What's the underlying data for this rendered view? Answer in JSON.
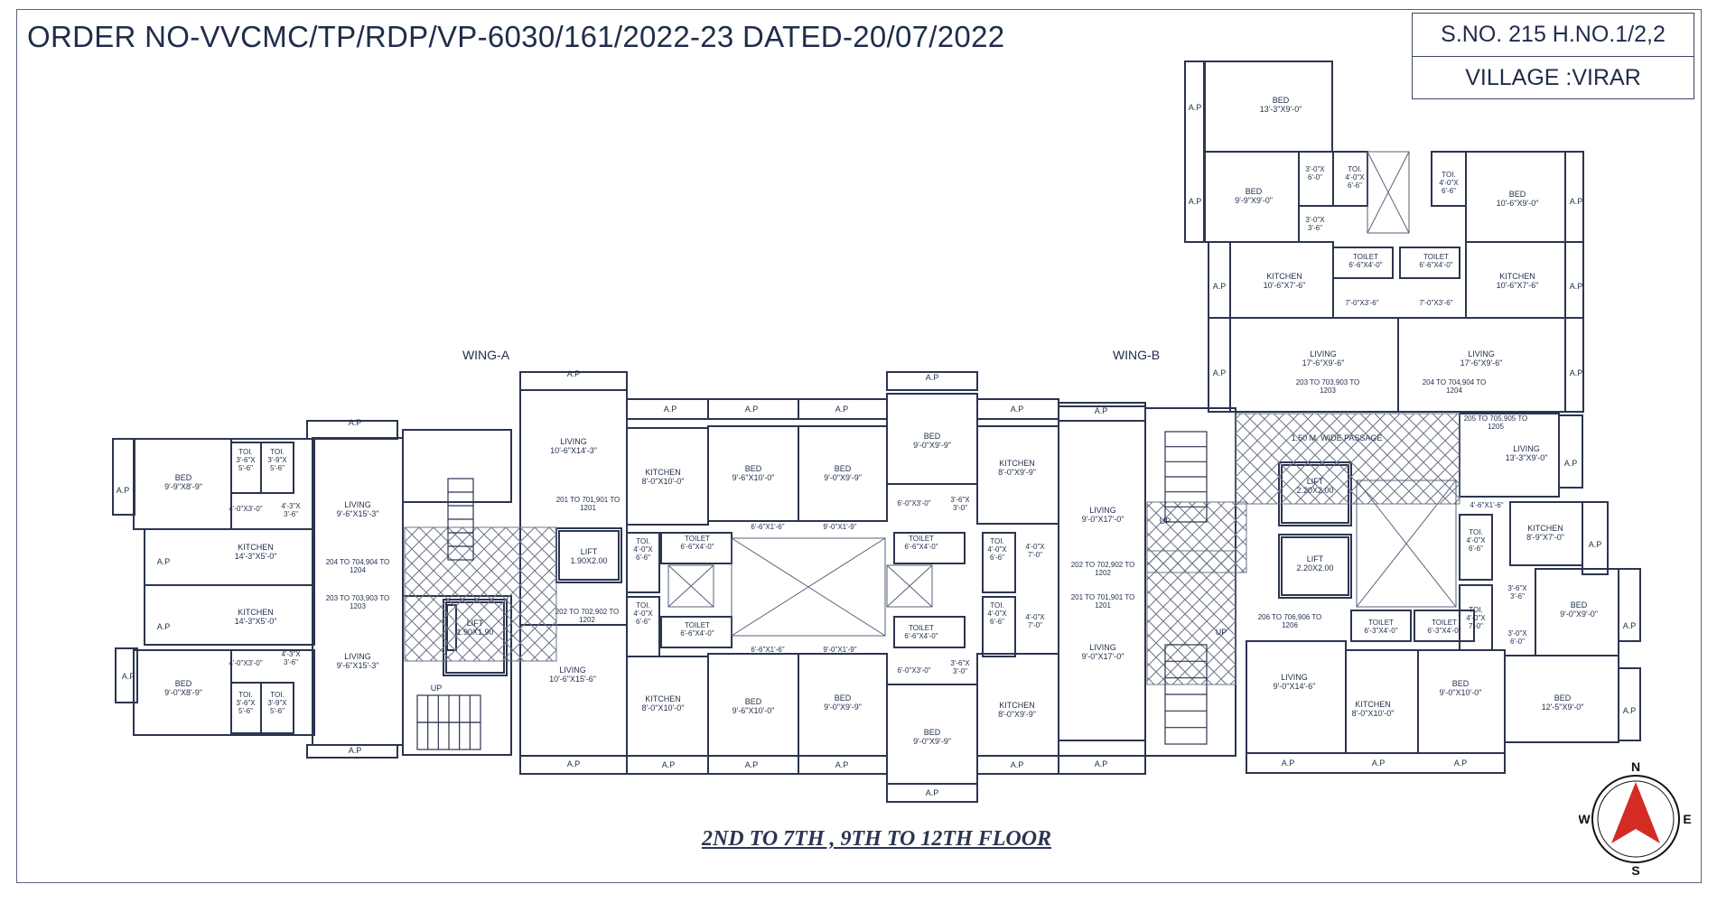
{
  "header": {
    "order_text": "ORDER NO-VVCMC/TP/RDP/VP-6030/161/2022-23  DATED-20/07/2022"
  },
  "info_box": {
    "survey": "S.NO. 215 H.NO.1/2,2",
    "village": "VILLAGE :VIRAR"
  },
  "floor_caption": "2ND TO 7TH , 9TH TO 12TH FLOOR",
  "wings": {
    "a": "WING-A",
    "b": "WING-B"
  },
  "compass": {
    "n": "N",
    "s": "S",
    "e": "E",
    "w": "W"
  },
  "plan_labels": {
    "ap": "A.P",
    "up": "UP",
    "passage": "1.50 M. WIDE PASSAGE",
    "wa_bed_top": [
      "BED",
      "9'-9\"X8'-9\""
    ],
    "wa_tol_1": [
      "TOI.",
      "3'-6\"X",
      "5'-6\""
    ],
    "wa_tol_2": [
      "TOI.",
      "3'-9\"X",
      "5'-6\""
    ],
    "wa_d1": "4'-0\"X3'-0\"",
    "wa_d2": [
      "4'-3\"X",
      "3'-6\""
    ],
    "wa_living_top": [
      "LIVING",
      "9'-6\"X15'-3\""
    ],
    "wa_kit_top": [
      "KITCHEN",
      "14'-3\"X5'-0\""
    ],
    "wa_unit_204": [
      "204 TO 704,904 TO",
      "1204"
    ],
    "wa_unit_203": [
      "203 TO 703,903 TO",
      "1203"
    ],
    "wa_kit_bot": [
      "KITCHEN",
      "14'-3\"X5'-0\""
    ],
    "wa_living_bot": [
      "LIVING",
      "9'-6\"X15'-3\""
    ],
    "wa_bed_bot": [
      "BED",
      "9'-0\"X8'-9\""
    ],
    "wa_d3": "4'-0\"X3'-0\"",
    "wa_d4": [
      "4'-3\"X",
      "3'-6\""
    ],
    "wa_tol_3": [
      "TOI.",
      "3'-6\"X",
      "5'-6\""
    ],
    "wa_tol_4": [
      "TOI.",
      "3'-9\"X",
      "5'-6\""
    ],
    "wa_lift_small": [
      "LIFT",
      "1.90X1.90"
    ],
    "c_living_top": [
      "LIVING",
      "10'-6\"X14'-3\""
    ],
    "c_unit_201": [
      "201 TO 701,901 TO",
      "1201"
    ],
    "c_lift": [
      "LIFT",
      "1.90X2.00"
    ],
    "c_kitchen_1": [
      "KITCHEN",
      "8'-0\"X10'-0\""
    ],
    "c_bed_1": [
      "BED",
      "9'-6\"X10'-0\""
    ],
    "c_bed_2": [
      "BED",
      "9'-0\"X9'-9\""
    ],
    "c_bed_3": [
      "BED",
      "9'-0\"X9'-9\""
    ],
    "c_kitchen_2": [
      "KITCHEN",
      "8'-0\"X9'-9\""
    ],
    "c_tol_1": [
      "TOI.",
      "4'-0\"X",
      "6'-6\""
    ],
    "c_toilet_1": [
      "TOILET",
      "6'-6\"X4'-0\""
    ],
    "c_d_661": "6'-6\"X1'-6\"",
    "c_d_901": "9'-0\"X1'-9\"",
    "c_d_603": "6'-0\"X3'-0\"",
    "c_d_363": [
      "3'-6\"X",
      "3'-0\""
    ],
    "c_toilet_2": [
      "TOILET",
      "6'-6\"X4'-0\""
    ],
    "c_tol_2": [
      "TOI.",
      "4'-0\"X",
      "6'-6\""
    ],
    "c_d_407": [
      "4'-0\"X",
      "7'-0\""
    ],
    "c_unit_202": [
      "202 TO 702,902 TO",
      "1202"
    ],
    "c_tol_3": [
      "TOI.",
      "4'-0\"X",
      "6'-6\""
    ],
    "c_toilet_3": [
      "TOILET",
      "6'-6\"X4'-0\""
    ],
    "c_living_bot": [
      "LIVING",
      "10'-6\"X15'-6\""
    ],
    "c_kitchen_3": [
      "KITCHEN",
      "8'-0\"X10'-0\""
    ],
    "c_bed_4": [
      "BED",
      "9'-6\"X10'-0\""
    ],
    "c_bed_5": [
      "BED",
      "9'-0\"X9'-9\""
    ],
    "c_bed_6": [
      "BED",
      "9'-0\"X9'-9\""
    ],
    "c_kitchen_4": [
      "KITCHEN",
      "8'-0\"X9'-9\""
    ],
    "c_toilet_4": [
      "TOILET",
      "6'-6\"X4'-0\""
    ],
    "c_tol_4": [
      "TOI.",
      "4'-0\"X",
      "6'-6\""
    ],
    "c_d_407b": [
      "4'-0\"X",
      "7'-0\""
    ],
    "wb_living_1": [
      "LIVING",
      "9'-0\"X17'-0\""
    ],
    "wb_unit_202": [
      "202 TO 702,902 TO",
      "1202"
    ],
    "wb_unit_201": [
      "201 TO 701,901 TO",
      "1201"
    ],
    "wb_living_2": [
      "LIVING",
      "9'-0\"X17'-0\""
    ],
    "n_bed_1": [
      "BED",
      "13'-3\"X9'-0\""
    ],
    "n_bed_2": [
      "BED",
      "9'-9\"X9'-0\""
    ],
    "n_d_306": [
      "3'-0\"X",
      "6'-0\""
    ],
    "n_tol_1": [
      "TOI.",
      "4'-0\"X",
      "6'-6\""
    ],
    "n_d_306b": [
      "3'-0\"X",
      "3'-6\""
    ],
    "n_tol_2": [
      "TOI.",
      "4'-0\"X",
      "6'-6\""
    ],
    "n_bed_3": [
      "BED",
      "10'-6\"X9'-0\""
    ],
    "n_kitchen_1": [
      "KITCHEN",
      "10'-6\"X7'-6\""
    ],
    "n_toilet_1": [
      "TOILET",
      "6'-6\"X4'-0\""
    ],
    "n_toilet_2": [
      "TOILET",
      "6'-6\"X4'-0\""
    ],
    "n_kitchen_2": [
      "KITCHEN",
      "10'-6\"X7'-6\""
    ],
    "n_d_703_1": "7'-0\"X3'-6\"",
    "n_d_703_2": "7'-0\"X3'-6\"",
    "n_living_1": [
      "LIVING",
      "17'-6\"X9'-6\""
    ],
    "n_living_2": [
      "LIVING",
      "17'-6\"X9'-6\""
    ],
    "n_unit_203": [
      "203 TO 703,903 TO",
      "1203"
    ],
    "n_unit_204": [
      "204 TO 704,904 TO",
      "1204"
    ],
    "e_unit_205": [
      "205 TO 705,905 TO",
      "1205"
    ],
    "e_living": [
      "LIVING",
      "13'-3\"X9'-0\""
    ],
    "e_lift_1": [
      "LIFT",
      "2.20X2.00"
    ],
    "e_lift_2": [
      "LIFT",
      "2.20X2.00"
    ],
    "e_d_46": "4'-6\"X1'-6\"",
    "e_tol_1": [
      "TOI.",
      "4'-0\"X",
      "6'-6\""
    ],
    "e_kitchen": [
      "KITCHEN",
      "8'-9\"X7'-0\""
    ],
    "e_tol_2": [
      "TOI.",
      "4'-0\"X",
      "7'-0\""
    ],
    "e_d_36": [
      "3'-6\"X",
      "3'-6\""
    ],
    "e_d_30": [
      "3'-0\"X",
      "6'-0\""
    ],
    "e_bed_1": [
      "BED",
      "9'-0\"X9'-0\""
    ],
    "e_unit_206": [
      "206 TO 706,906 TO",
      "1206"
    ],
    "e_toilet_1": [
      "TOILET",
      "6'-3\"X4'-0\""
    ],
    "e_toilet_2": [
      "TOILET",
      "6'-3\"X4'-0\""
    ],
    "e_living_2": [
      "LIVING",
      "9'-0\"X14'-6\""
    ],
    "e_kitchen_2": [
      "KITCHEN",
      "8'-0\"X10'-0\""
    ],
    "e_bed_2": [
      "BED",
      "9'-0\"X10'-0\""
    ],
    "e_bed_3": [
      "BED",
      "12'-5\"X9'-0\""
    ]
  }
}
